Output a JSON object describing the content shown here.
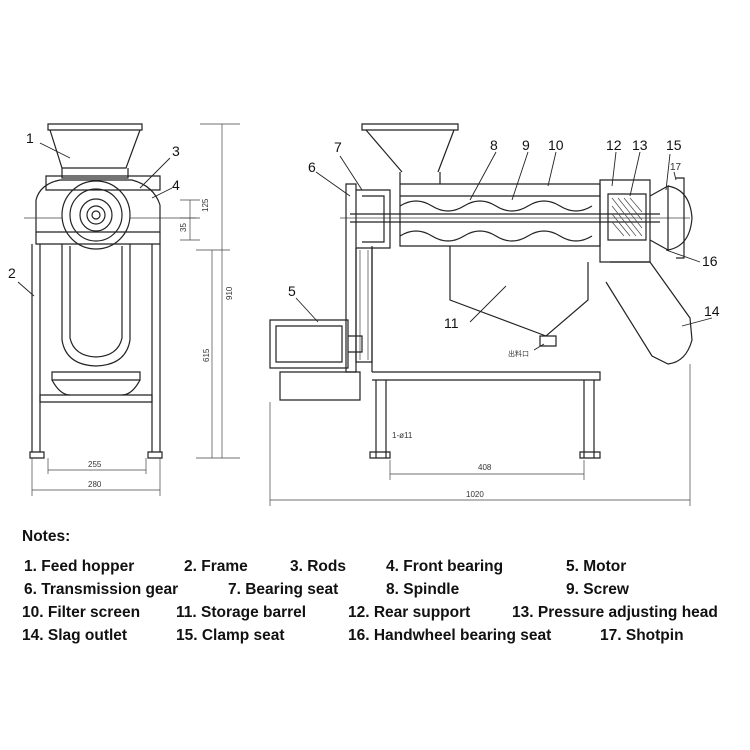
{
  "labels": {
    "p1": "1",
    "p2": "2",
    "p3": "3",
    "p4": "4",
    "p5": "5",
    "p6": "6",
    "p7": "7",
    "p8": "8",
    "p9": "9",
    "p10": "10",
    "p11": "11",
    "p12": "12",
    "p13": "13",
    "p14": "14",
    "p15": "15",
    "p16": "16",
    "p17": "17"
  },
  "dimensions": {
    "d125": "125",
    "d35": "35",
    "d910": "910",
    "d615": "615",
    "d255": "255",
    "d280": "280",
    "d408": "408",
    "d1020": "1020",
    "d11": "1-ø11",
    "shuchu": "出料口"
  },
  "notes": {
    "title": "Notes:",
    "items": [
      "1. Feed hopper",
      "2. Frame",
      "3. Rods",
      "4. Front bearing",
      "5. Motor",
      "6. Transmission gear",
      "7. Bearing seat",
      "8. Spindle",
      "9.  Screw",
      "10. Filter screen",
      "11. Storage barrel",
      "12. Rear support",
      "13. Pressure adjusting head",
      "14. Slag outlet",
      "15. Clamp seat",
      "16. Handwheel bearing seat",
      "17. Shotpin"
    ]
  }
}
